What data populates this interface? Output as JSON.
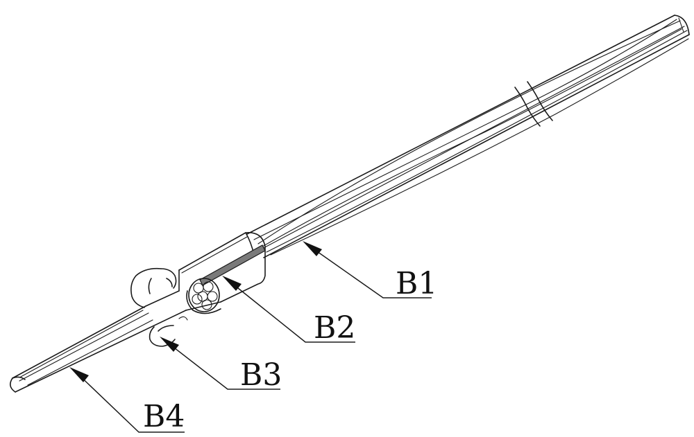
{
  "callouts": [
    {
      "id": "b1",
      "label": "B1"
    },
    {
      "id": "b2",
      "label": "B2"
    },
    {
      "id": "b3",
      "label": "B3"
    },
    {
      "id": "b4",
      "label": "B4"
    }
  ]
}
